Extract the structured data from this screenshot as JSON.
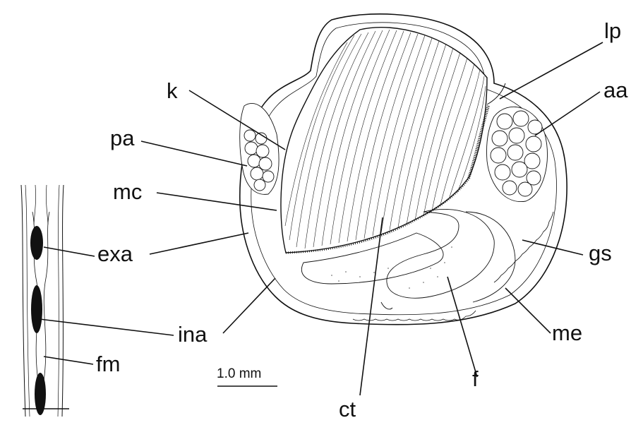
{
  "labels": {
    "k": "k",
    "pa": "pa",
    "mc": "mc",
    "exa": "exa",
    "ina": "ina",
    "fm": "fm",
    "lp": "lp",
    "aa": "aa",
    "gs": "gs",
    "me": "me",
    "f": "f",
    "ct": "ct"
  },
  "scale_bar": {
    "label": "1.0 mm"
  },
  "colors": {
    "ink": "#111111",
    "paper": "#ffffff",
    "stipple": "#555555"
  }
}
